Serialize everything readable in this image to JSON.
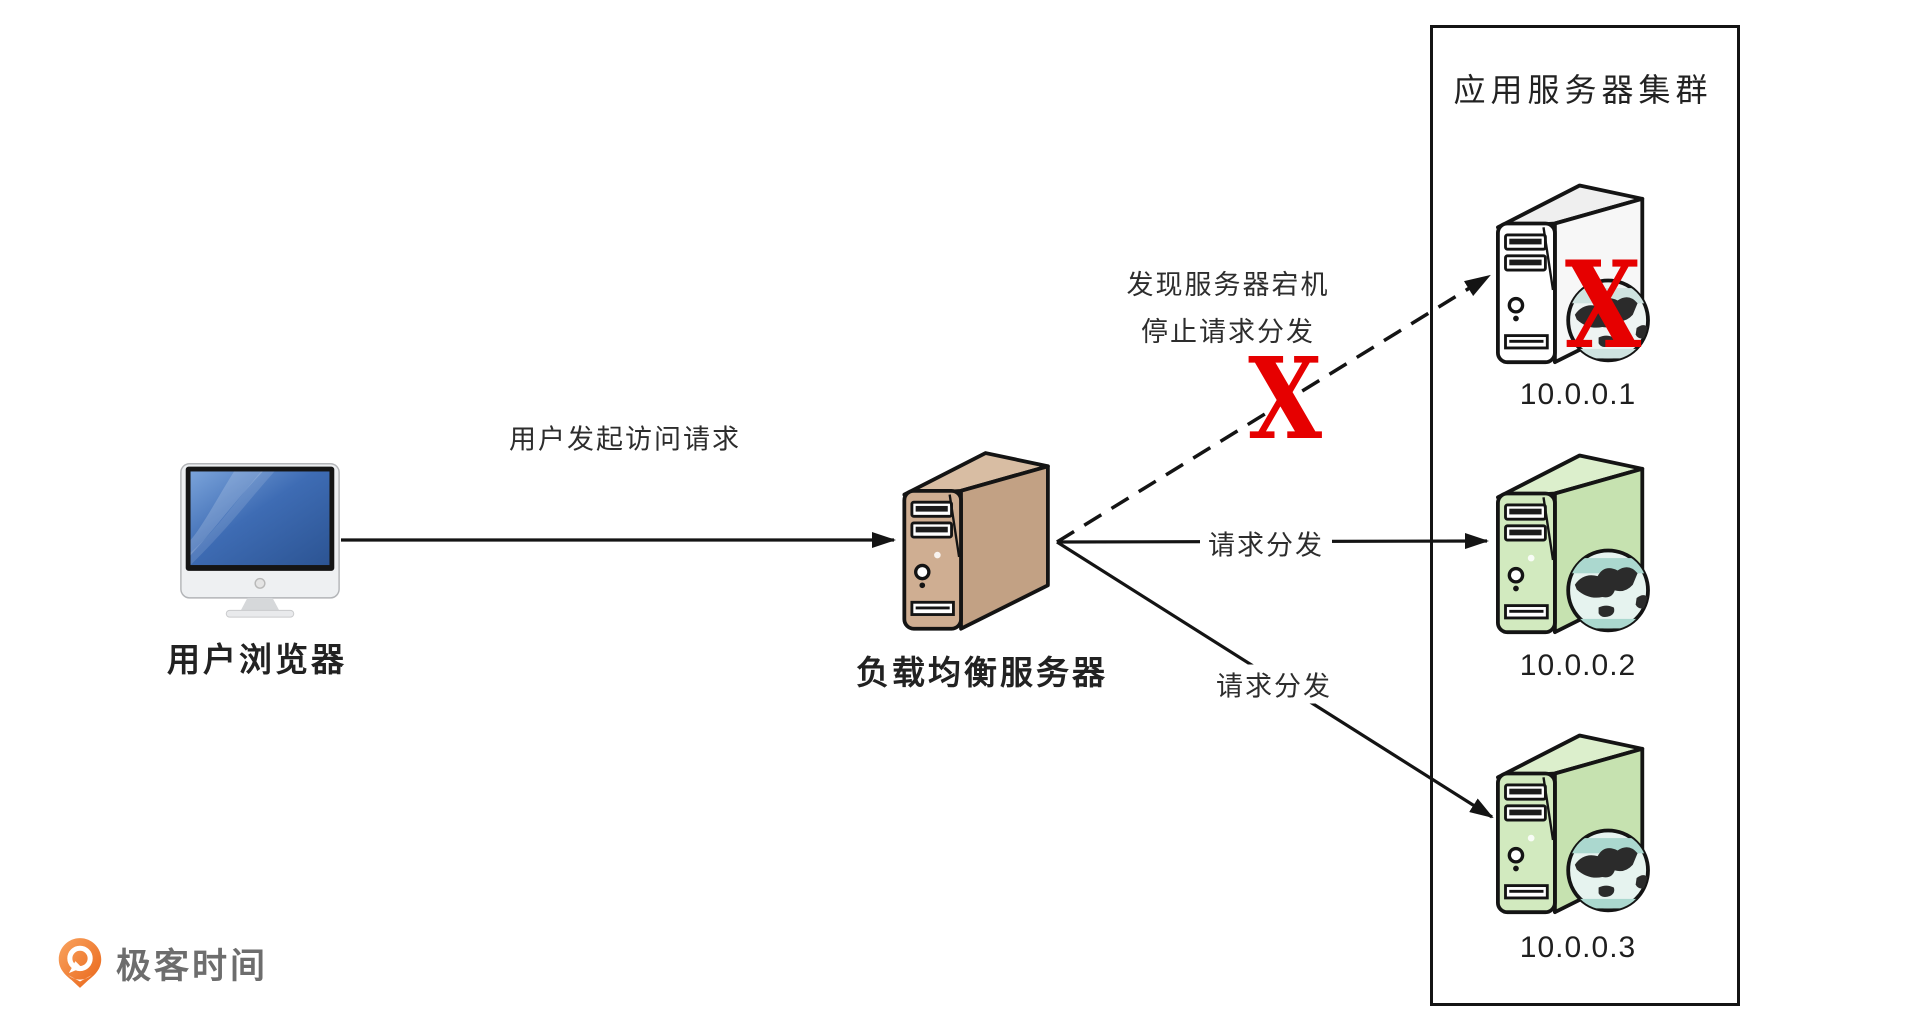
{
  "diagram": {
    "browser": {
      "label": "用户浏览器"
    },
    "load_balancer": {
      "label": "负载均衡服务器"
    },
    "cluster": {
      "title": "应用服务器集群",
      "down_mark": "X",
      "servers": [
        {
          "ip": "10.0.0.1",
          "status": "down"
        },
        {
          "ip": "10.0.0.2",
          "status": "ok"
        },
        {
          "ip": "10.0.0.3",
          "status": "ok"
        }
      ]
    },
    "edges": {
      "user_request": {
        "label": "用户发起访问请求",
        "style": "solid"
      },
      "failed_dispatch": {
        "note_line1": "发现服务器宕机",
        "note_line2": "停止请求分发",
        "style": "dashed",
        "failure_mark": "X"
      },
      "dispatch_2": {
        "label": "请求分发",
        "style": "solid"
      },
      "dispatch_3": {
        "label": "请求分发",
        "style": "solid"
      }
    }
  },
  "branding": {
    "logo_text": "极客时间"
  },
  "colors": {
    "edge": "#1a1a1a",
    "failure_red": "#e60000",
    "server_ok_green": "#cde8ba",
    "load_balancer_tan": "#c9ab90",
    "screen_blue": "#3e6cb4",
    "logo_orange": "#ed6c1e"
  }
}
